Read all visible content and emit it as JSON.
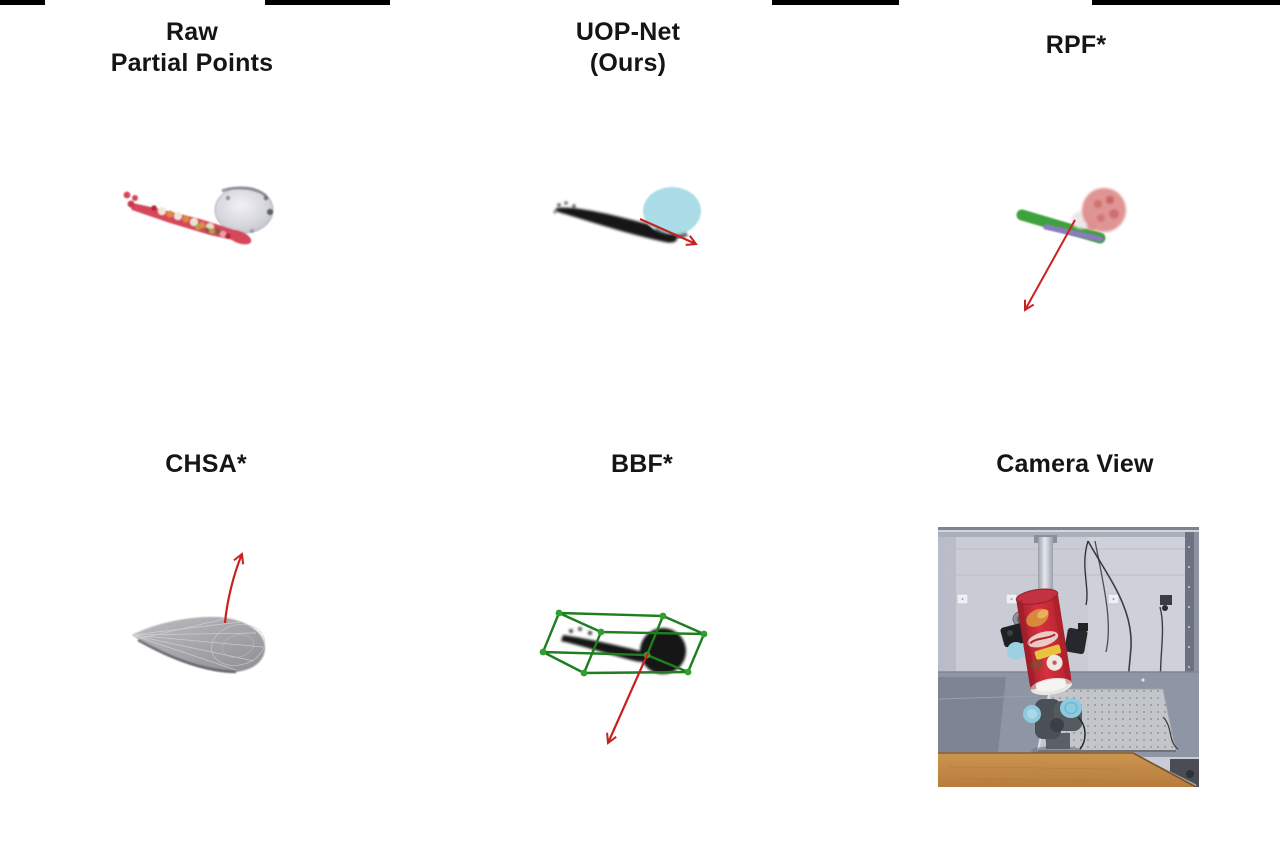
{
  "page": {
    "background": "#ffffff"
  },
  "figure": {
    "panels": [
      {
        "id": "raw-partial-points",
        "title_line1": "Raw",
        "title_line2": "Partial Points",
        "depicts": "colored partial point cloud of tilted chip can with gray lid disk"
      },
      {
        "id": "uop-net",
        "title_line1": "UOP-Net",
        "title_line2": "(Ours)",
        "depicts": "black partial point cloud with predicted cyan placement plane and red orientation arrow"
      },
      {
        "id": "rpf",
        "title": "RPF*",
        "depicts": "green and purple segmented point cloud with pink lid region and long red arrow down-left"
      },
      {
        "id": "chsa",
        "title": "CHSA*",
        "depicts": "gray convex-hull mesh of partial points with red arrow pointing up"
      },
      {
        "id": "bbf",
        "title": "BBF*",
        "depicts": "black point cloud inside green 3D bounding box with red arrow down-left"
      },
      {
        "id": "camera-view",
        "title": "Camera View",
        "depicts": "photo of robot arm gripper holding a tilted red chip can above a gray lab table"
      }
    ]
  },
  "colors": {
    "arrow_red": "#c9211e",
    "uop_plane_cyan": "#a7dce8",
    "rpf_green": "#3ea23e",
    "rpf_purple": "#8d7ac0",
    "rpf_pink": "#db8282",
    "bbf_box_green": "#1d7f1d",
    "bbf_corner_green": "#2fa02f",
    "raw_streak_red": "#d6475a",
    "chsa_gray": "#a8a8ac",
    "pointcloud_black": "#141414",
    "can_red": "#d8303e",
    "top_bar_black": "#000000"
  }
}
